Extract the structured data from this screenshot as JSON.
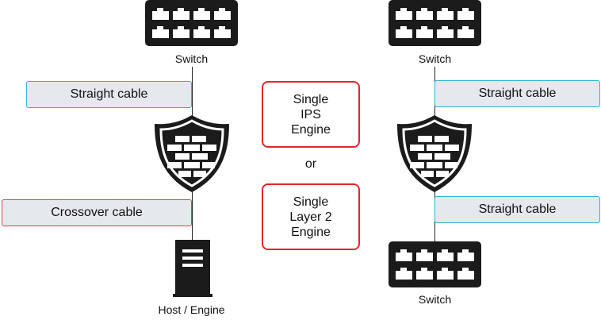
{
  "left": {
    "top_switch_label": "Switch",
    "cable_top": "Straight cable",
    "cable_bottom": "Crossover cable",
    "bottom_label": "Host / Engine"
  },
  "middle": {
    "engine_top_lines": [
      "Single",
      "IPS",
      "Engine"
    ],
    "or_text": "or",
    "engine_bottom_lines": [
      "Single",
      "Layer 2",
      "Engine"
    ]
  },
  "right": {
    "top_switch_label": "Switch",
    "cable_top": "Straight cable",
    "cable_bottom": "Straight cable",
    "bottom_switch_label": "Switch"
  },
  "colors": {
    "icon": "#1b1b1b",
    "cable_border_blue": "#33b4d2",
    "cable_border_red": "#d8434a",
    "engine_border": "#e2262b",
    "cable_fill": "#e5e8ed"
  },
  "icons": [
    "switch-icon",
    "firewall-shield-icon",
    "server-tower-icon"
  ]
}
